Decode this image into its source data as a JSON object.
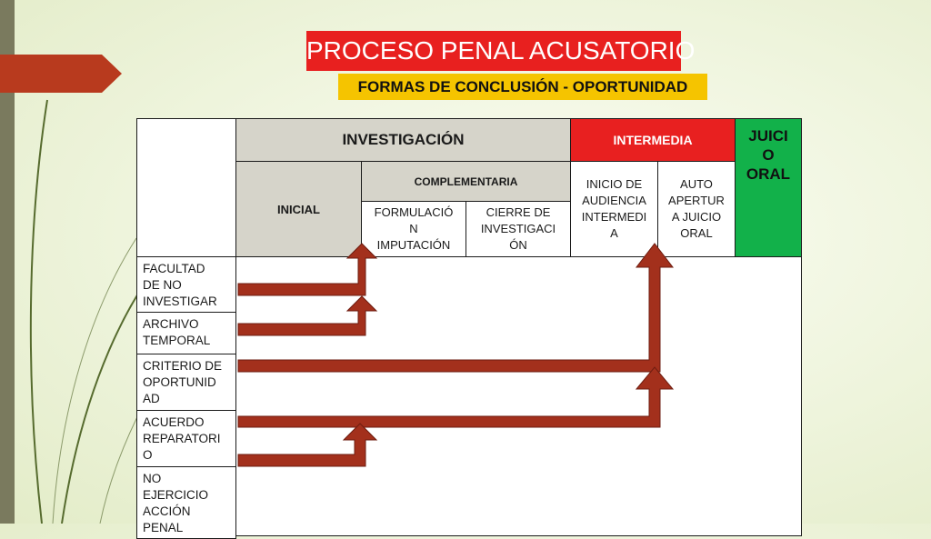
{
  "title": "PROCESO PENAL ACUSATORIO",
  "subtitle": "FORMAS DE CONCLUSIÓN - OPORTUNIDAD",
  "colors": {
    "title_bg": "#e8201f",
    "subtitle_bg": "#f5c400",
    "arrow": "#a3301c",
    "intermedia": "#e82020",
    "juicio": "#12b14a",
    "header_grey": "#d6d4ca"
  },
  "header": {
    "investigacion": "INVESTIGACIÓN",
    "intermedia": "INTERMEDIA",
    "juicio": "JUICI\nO\nORAL",
    "inicial": "INICIAL",
    "complementaria": "COMPLEMENTARIA",
    "formulacion": "FORMULACIÓ\nN\nIMPUTACIÓN",
    "cierre": "CIERRE DE\nINVESTIGACI\nÓN",
    "inicio_audiencia": "INICIO DE\nAUDIENCIA\nINTERMEDI\nA",
    "auto_apertura": "AUTO\nAPERTUR\nA JUICIO\nORAL"
  },
  "rows": [
    {
      "label": "FACULTAD\nDE NO\nINVESTIGAR",
      "target": "FORMULACIÓN IMPUTACIÓN"
    },
    {
      "label": "ARCHIVO\nTEMPORAL",
      "target": "FORMULACIÓN IMPUTACIÓN"
    },
    {
      "label": "CRITERIO DE\nOPORTUNID\nAD",
      "target": "INICIO DE AUDIENCIA INTERMEDIA"
    },
    {
      "label": "ACUERDO\nREPARATORI\nO",
      "target": "INICIO DE AUDIENCIA INTERMEDIA / FORMULACIÓN IMPUTACIÓN"
    },
    {
      "label": "NO\nEJERCICIO\nACCIÓN\nPENAL",
      "target": ""
    }
  ]
}
